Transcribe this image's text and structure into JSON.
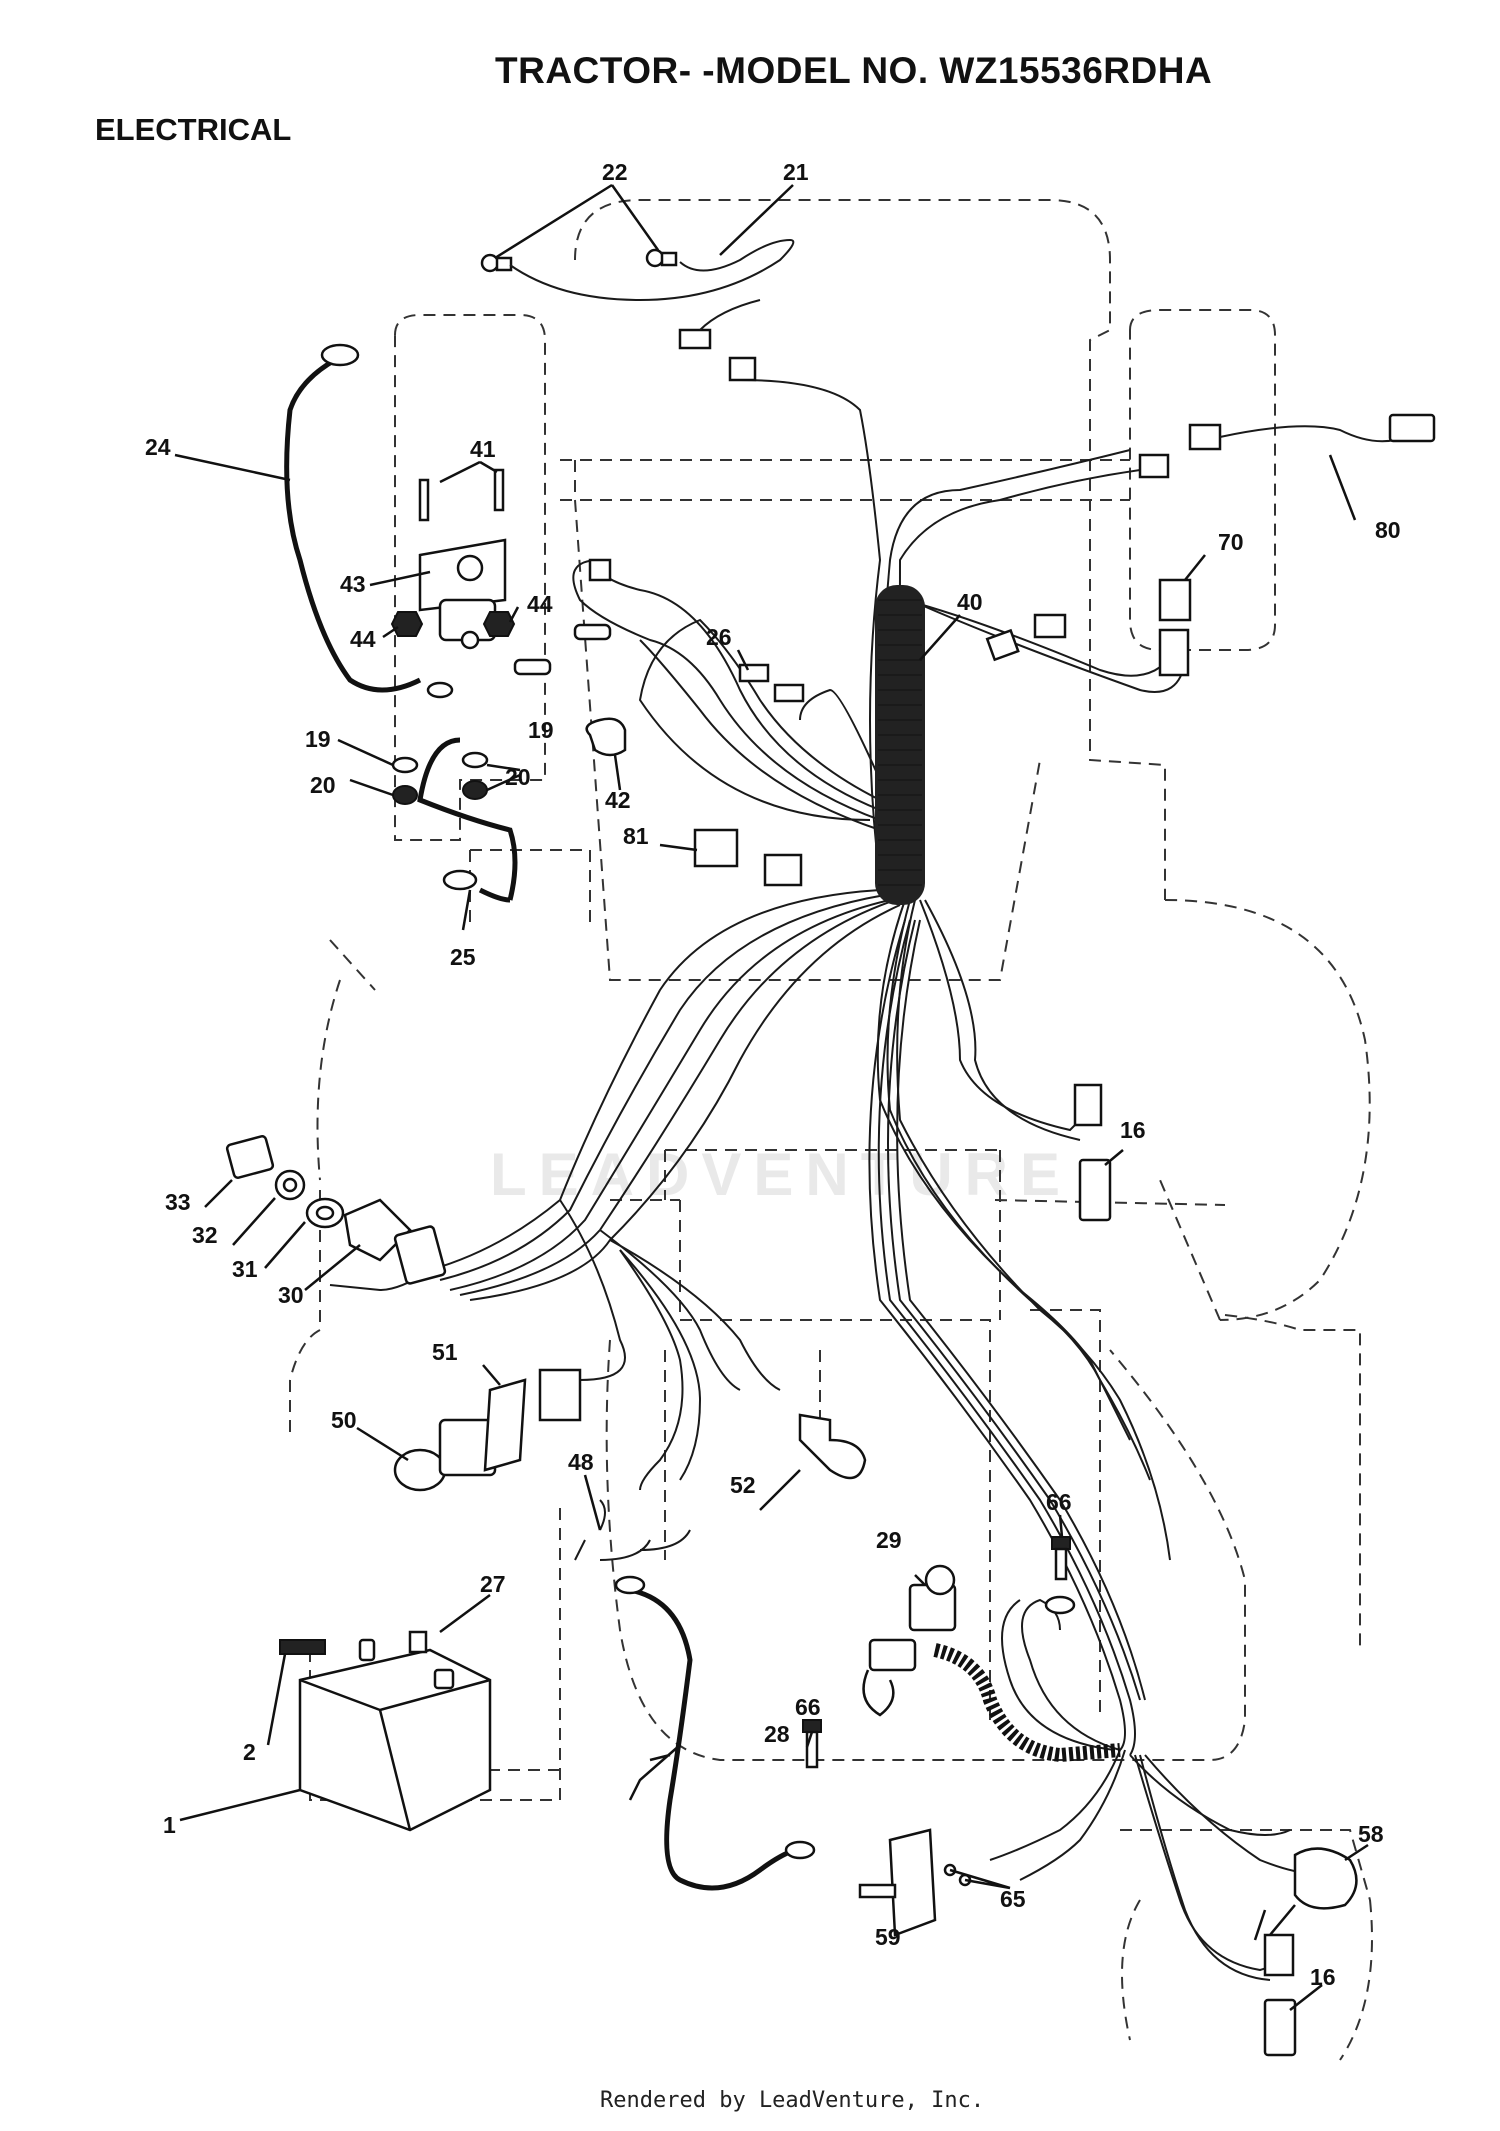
{
  "header": {
    "title": "TRACTOR- -MODEL NO. WZ15536RDHA",
    "section": "ELECTRICAL"
  },
  "watermark": "LEADVENTURE",
  "footer": "Rendered by LeadVenture, Inc.",
  "callouts": {
    "c1": "1",
    "c2": "2",
    "c16a": "16",
    "c16b": "16",
    "c19a": "19",
    "c19b": "19",
    "c20a": "20",
    "c20b": "20",
    "c21": "21",
    "c22": "22",
    "c24": "24",
    "c25": "25",
    "c26": "26",
    "c27": "27",
    "c28": "28",
    "c29": "29",
    "c30": "30",
    "c31": "31",
    "c32": "32",
    "c33": "33",
    "c40": "40",
    "c41": "41",
    "c42": "42",
    "c43": "43",
    "c44a": "44",
    "c44b": "44",
    "c48": "48",
    "c50": "50",
    "c51": "51",
    "c52": "52",
    "c58": "58",
    "c59": "59",
    "c65": "65",
    "c66a": "66",
    "c66b": "66",
    "c70": "70",
    "c80": "80",
    "c81": "81"
  }
}
